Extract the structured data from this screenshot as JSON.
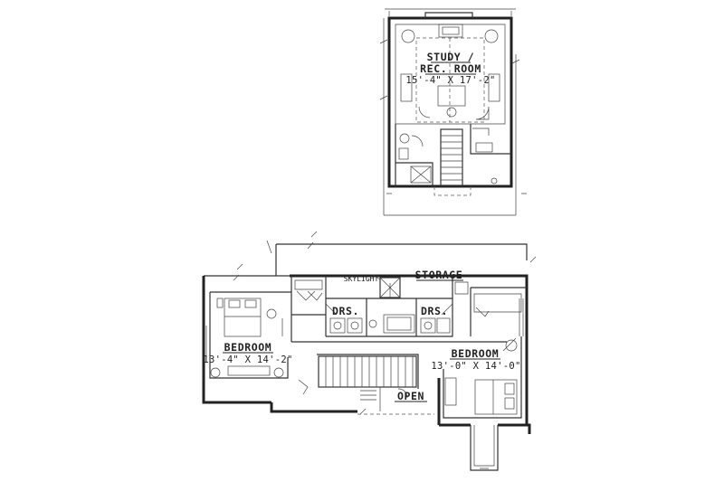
{
  "upper_plan": {
    "study_name_line1": "STUDY /",
    "study_name_line2": "REC. ROOM",
    "study_dims": "15'-4\" X 17'-2\""
  },
  "lower_plan": {
    "skylight": "SKYLIGHT",
    "storage": "STORAGE",
    "drs_left": "DRS.",
    "drs_right": "DRS.",
    "bedroom_left_name": "BEDROOM",
    "bedroom_left_dims": "13'-4\" X 14'-2\"",
    "bedroom_right_name": "BEDROOM",
    "bedroom_right_dims": "13'-0\" X 14'-0\"",
    "open": "OPEN"
  }
}
